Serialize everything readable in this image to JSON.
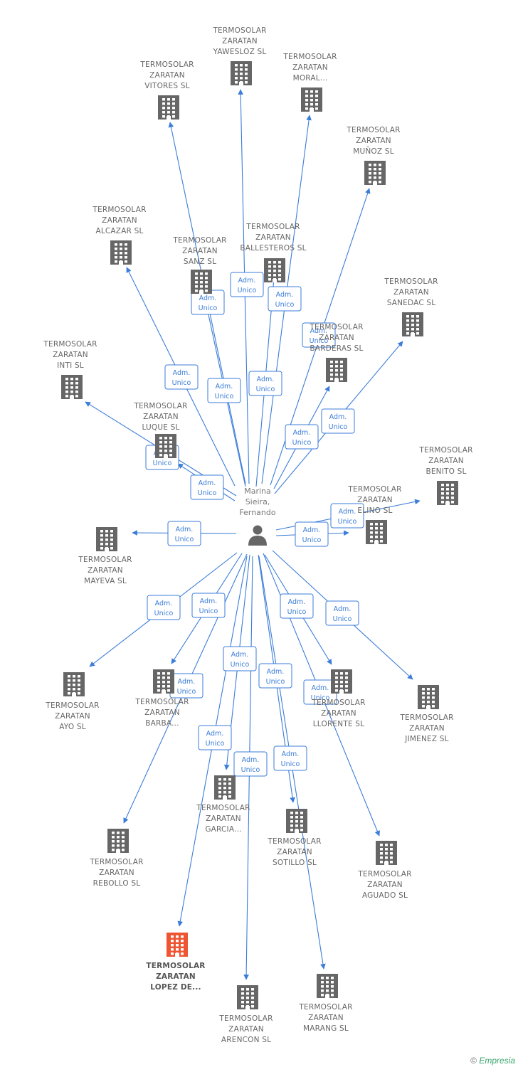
{
  "person": {
    "lines": [
      "Marina",
      "Sieira,",
      "Fernando"
    ],
    "icon": "person-icon"
  },
  "relationship_label": [
    "Adm.",
    "Unico"
  ],
  "colors": {
    "edge": "#3b7dd8",
    "building": "#666666",
    "highlight": "#ee5533",
    "label": "#666666"
  },
  "companies": [
    {
      "id": "yawesloz",
      "lines": [
        "TERMOSOLAR",
        "ZARATAN",
        "YAWESLOZ SL"
      ]
    },
    {
      "id": "vitores",
      "lines": [
        "TERMOSOLAR",
        "ZARATAN",
        "VITORES SL"
      ]
    },
    {
      "id": "moral",
      "lines": [
        "TERMOSOLAR",
        "ZARATAN",
        "MORAL..."
      ]
    },
    {
      "id": "munoz",
      "lines": [
        "TERMOSOLAR",
        "ZARATAN",
        "MUÑOZ SL"
      ]
    },
    {
      "id": "alcazar",
      "lines": [
        "TERMOSOLAR",
        "ZARATAN",
        "ALCAZAR SL"
      ]
    },
    {
      "id": "sanz",
      "lines": [
        "TERMOSOLAR",
        "ZARATAN",
        "SANZ SL"
      ]
    },
    {
      "id": "ballesteros",
      "lines": [
        "TERMOSOLAR",
        "ZARATAN",
        "BALLESTEROS SL"
      ]
    },
    {
      "id": "sanedac",
      "lines": [
        "TERMOSOLAR",
        "ZARATAN",
        "SANEDAC SL"
      ]
    },
    {
      "id": "barderas",
      "lines": [
        "TERMOSOLAR",
        "ZARATAN",
        "BARDERAS SL"
      ]
    },
    {
      "id": "inti",
      "lines": [
        "TERMOSOLAR",
        "ZARATAN",
        "INTI SL"
      ]
    },
    {
      "id": "luque",
      "lines": [
        "TERMOSOLAR",
        "ZARATAN",
        "LUQUE SL"
      ]
    },
    {
      "id": "benito",
      "lines": [
        "TERMOSOLAR",
        "ZARATAN",
        "BENITO SL"
      ]
    },
    {
      "id": "elino",
      "lines": [
        "TERMOSOLAR",
        "ZARATAN",
        "ELINO SL"
      ]
    },
    {
      "id": "mayeva",
      "lines": [
        "TERMOSOLAR",
        "ZARATAN",
        "MAYEVA SL"
      ]
    },
    {
      "id": "ayo",
      "lines": [
        "TERMOSOLAR",
        "ZARATAN",
        "AYO SL"
      ]
    },
    {
      "id": "barba",
      "lines": [
        "TERMOSOLAR",
        "ZARATAN",
        "BARBA..."
      ]
    },
    {
      "id": "llorente",
      "lines": [
        "TERMOSOLAR",
        "ZARATAN",
        "LLORENTE SL"
      ]
    },
    {
      "id": "jimenez",
      "lines": [
        "TERMOSOLAR",
        "ZARATAN",
        "JIMENEZ SL"
      ]
    },
    {
      "id": "garcia",
      "lines": [
        "TERMOSOLAR",
        "ZARATAN",
        "GARCIA..."
      ]
    },
    {
      "id": "sotillo",
      "lines": [
        "TERMOSOLAR",
        "ZARATAN",
        "SOTILLO SL"
      ]
    },
    {
      "id": "rebollo",
      "lines": [
        "TERMOSOLAR",
        "ZARATAN",
        "REBOLLO SL"
      ]
    },
    {
      "id": "aguado",
      "lines": [
        "TERMOSOLAR",
        "ZARATAN",
        "AGUADO SL"
      ]
    },
    {
      "id": "lopez",
      "lines": [
        "TERMOSOLAR",
        "ZARATAN",
        "LOPEZ DE..."
      ],
      "highlight": true
    },
    {
      "id": "arencon",
      "lines": [
        "TERMOSOLAR",
        "ZARATAN",
        "ARENCON SL"
      ]
    },
    {
      "id": "marang",
      "lines": [
        "TERMOSOLAR",
        "ZARATAN",
        "MARANG SL"
      ]
    }
  ],
  "copyright": {
    "symbol": "©",
    "brand": "Empresia"
  }
}
